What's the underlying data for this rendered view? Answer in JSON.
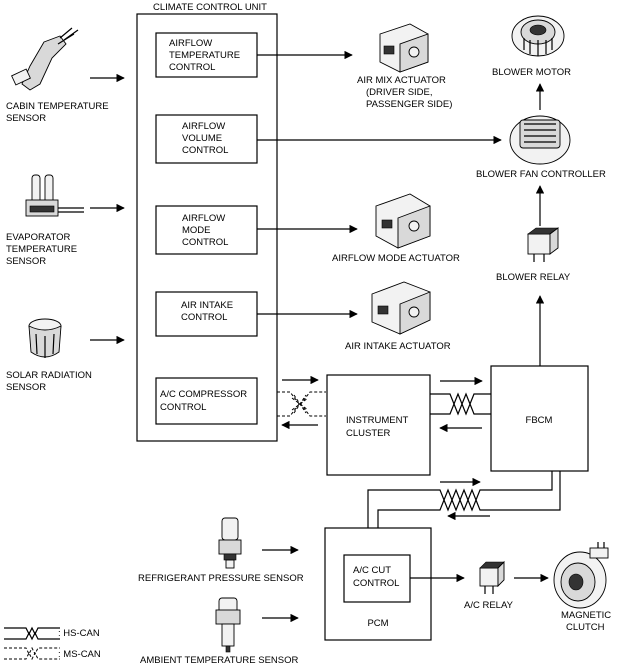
{
  "ccu": {
    "title": "CLIMATE CONTROL UNIT",
    "blocks": [
      [
        "AIRFLOW",
        "TEMPERATURE",
        "CONTROL"
      ],
      [
        "AIRFLOW",
        "VOLUME",
        "CONTROL"
      ],
      [
        "AIRFLOW",
        "MODE",
        "CONTROL"
      ],
      [
        "AIR INTAKE",
        "CONTROL"
      ],
      [
        "A/C COMPRESSOR",
        "CONTROL"
      ]
    ]
  },
  "sensors": {
    "cabin": [
      "CABIN TEMPERATURE",
      "SENSOR"
    ],
    "evaporator": [
      "EVAPORATOR",
      "TEMPERATURE",
      "SENSOR"
    ],
    "solar": [
      "SOLAR RADIATION",
      "SENSOR"
    ],
    "refrigerant": "REFRIGERANT PRESSURE SENSOR",
    "ambient": "AMBIENT TEMPERATURE SENSOR"
  },
  "actuators": {
    "air_mix": [
      "AIR MIX ACTUATOR",
      "(DRIVER SIDE,",
      "PASSENGER SIDE)"
    ],
    "airflow_mode": "AIRFLOW MODE ACTUATOR",
    "air_intake": "AIR INTAKE ACTUATOR"
  },
  "blower": {
    "motor": "BLOWER MOTOR",
    "fan_controller": "BLOWER FAN CONTROLLER",
    "relay": "BLOWER RELAY"
  },
  "modules": {
    "instrument_cluster": [
      "INSTRUMENT",
      "CLUSTER"
    ],
    "fbcm": "FBCM",
    "pcm": "PCM",
    "ac_cut": [
      "A/C CUT",
      "CONTROL"
    ]
  },
  "outputs": {
    "ac_relay": "A/C RELAY",
    "magnetic_clutch": [
      "MAGNETIC",
      "CLUTCH"
    ]
  },
  "legend": {
    "hs_can": ": HS-CAN",
    "ms_can": ": MS-CAN"
  }
}
